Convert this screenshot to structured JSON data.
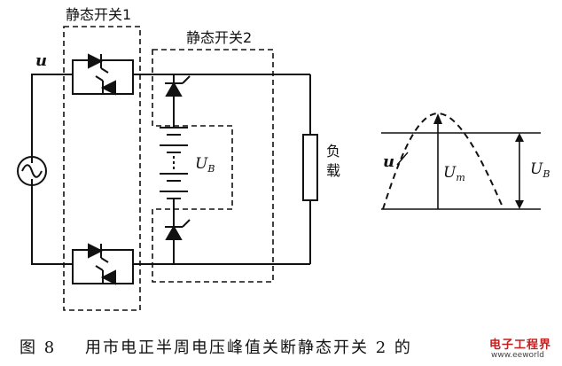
{
  "labels": {
    "switch1": "静态开关1",
    "switch2": "静态开关2",
    "u_top": "u",
    "ub_main": "U",
    "ub_main_sub": "B",
    "load": "负载",
    "u_wave": "u",
    "um": "U",
    "um_sub": "m",
    "ub_wave": "U",
    "ub_wave_sub": "B"
  },
  "caption": {
    "fig_no": "图 8",
    "text": "用市电正半周电压峰值关断静态开关 2 的"
  },
  "watermark": {
    "line1": "电子工程界",
    "line2": "www.eeworld"
  }
}
